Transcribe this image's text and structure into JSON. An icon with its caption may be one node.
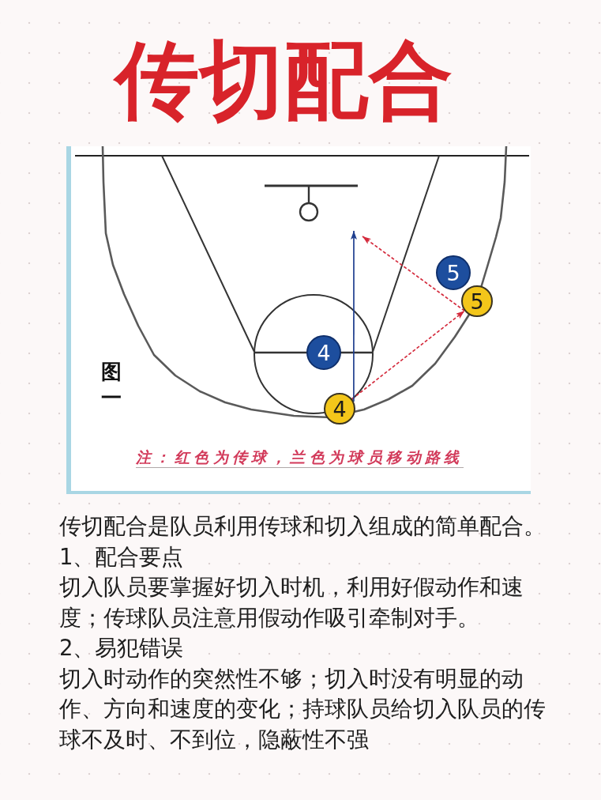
{
  "diagram": {
    "title": "传切配合",
    "nodes": [
      {
        "text": [
          "5"
        ]
      },
      {
        "text": [
          "5"
        ]
      },
      {
        "text": [
          "4"
        ]
      },
      {
        "text": [
          "4"
        ]
      }
    ],
    "edges": [
      {
        "from": 3,
        "to": 1,
        "arrow": "to",
        "style": "dashed"
      },
      {
        "from": 1,
        "to": null,
        "arrow": "to",
        "style": "dashed"
      },
      {
        "from": 3,
        "to": null,
        "arrow": "to",
        "color": "#1f3f8f"
      }
    ],
    "labels": [
      "图一",
      "注：红色为传球，兰色为球员移动路线",
      "传切配合是队员利用传球和切入组成的简单配合。",
      "1、配合要点",
      "切入队员要掌握好切入时机，利用好假动作和速度；传球队员注意用假动作吸引牵制对手。",
      "2、易犯错误",
      "切入时动作的突然性不够；切入时没有明显的动作、方向和速度的变化；持球队员给切入队员的传球不及时、不到位，隐蔽性不强"
    ]
  }
}
